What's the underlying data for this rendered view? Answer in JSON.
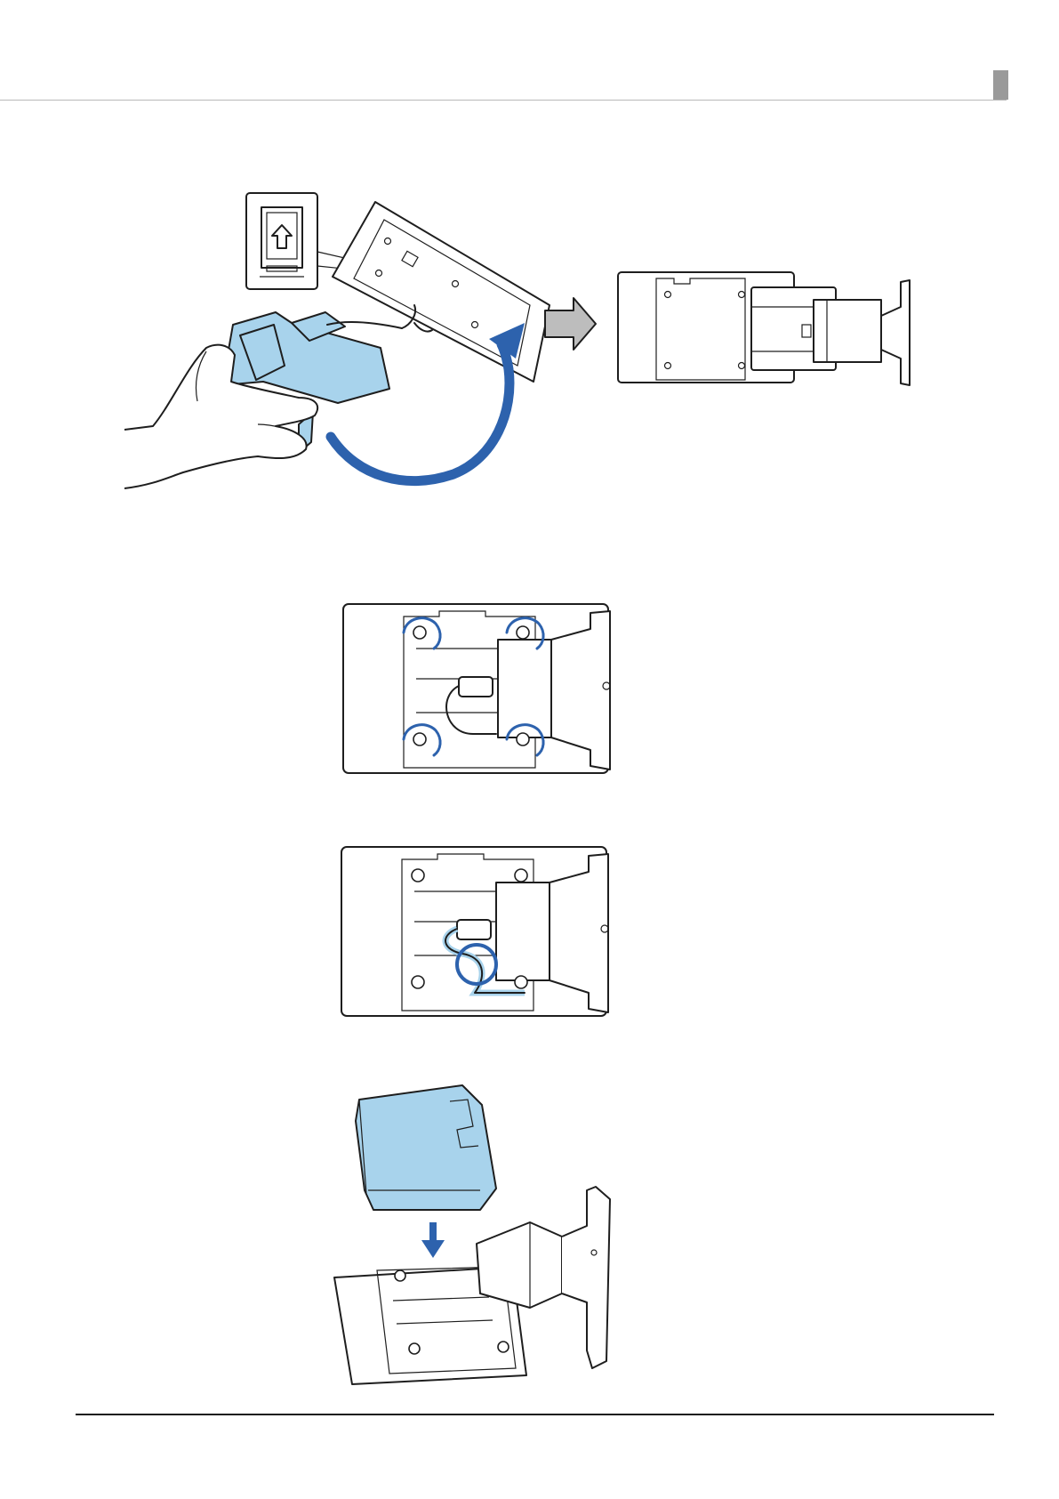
{
  "colors": {
    "accent_blue": "#2d62ad",
    "part_blue": "#a8d3ec",
    "line": "#1e1e1e",
    "header_tab": "#9a9a9a",
    "header_rule": "#b9b9b9",
    "arrow_gray": "#bdbdbd"
  },
  "figures": [
    {
      "name": "mount-plate-attach",
      "icons": [
        "hand-icon",
        "rotate-arrow-icon",
        "up-arrow-icon",
        "next-step-arrow-icon"
      ]
    },
    {
      "name": "screw-tightening",
      "icons": [
        "screw-icon",
        "rotate-arrow-icon"
      ]
    },
    {
      "name": "cable-routing",
      "icons": [
        "cable-highlight-icon"
      ]
    },
    {
      "name": "cover-attach",
      "icons": [
        "down-arrow-icon"
      ]
    }
  ]
}
